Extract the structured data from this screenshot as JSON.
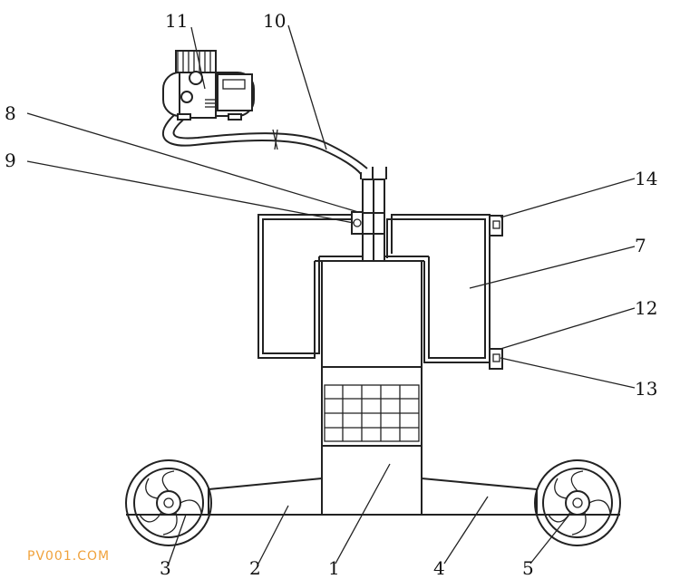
{
  "labels": {
    "l1": "1",
    "l2": "2",
    "l3": "3",
    "l4": "4",
    "l5": "5",
    "l7": "7",
    "l8": "8",
    "l9": "9",
    "l10": "10",
    "l11": "11",
    "l12": "12",
    "l13": "13",
    "l14": "14"
  },
  "watermark": "PV001.COM",
  "colors": {
    "line": "#222222",
    "watermark": "#f0a23c",
    "background": "#ffffff"
  }
}
